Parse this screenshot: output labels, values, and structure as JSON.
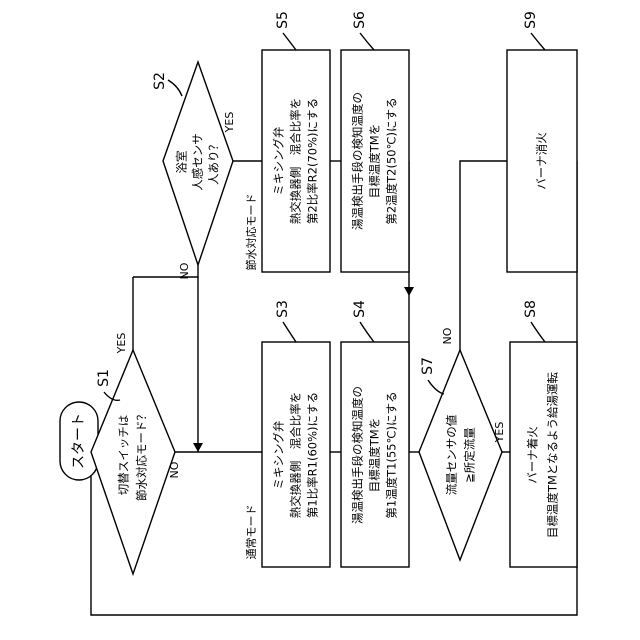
{
  "start": "スタート",
  "steps": {
    "s1": {
      "id": "S1",
      "lines": [
        "切替スイッチは",
        "節水対応モード？"
      ]
    },
    "s2": {
      "id": "S2",
      "lines": [
        "浴室",
        "人感センサ",
        "人あり？"
      ]
    },
    "s3": {
      "id": "S3",
      "lines": [
        "ミキシング弁",
        "熱交換器側　混合比率を",
        "第1比率R1(60%)にする"
      ]
    },
    "s4": {
      "id": "S4",
      "lines": [
        "湯温検出手段の検知温度の",
        "目標温度TMを",
        "第1温度T1(55℃)にする"
      ]
    },
    "s5": {
      "id": "S5",
      "lines": [
        "ミキシング弁",
        "熱交換器側　混合比率を",
        "第2比率R2(70%)にする"
      ]
    },
    "s6": {
      "id": "S6",
      "lines": [
        "湯温検出手段の検知温度の",
        "目標温度TMを",
        "第2温度T2(50℃)にする"
      ]
    },
    "s7": {
      "id": "S7",
      "lines": [
        "流量センサの値",
        "≧所定流量"
      ]
    },
    "s8": {
      "id": "S8",
      "lines": [
        "バーナ着火",
        "目標温度TMとなるよう給湯運転"
      ]
    },
    "s9": {
      "id": "S9",
      "lines": [
        "バーナ消火"
      ]
    }
  },
  "modes": {
    "normal": "通常モード",
    "saving": "節水対応モード"
  },
  "branch": {
    "yes": "YES",
    "no": "NO"
  }
}
